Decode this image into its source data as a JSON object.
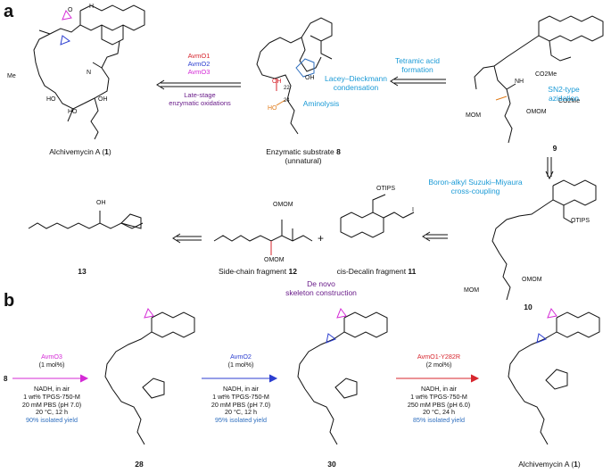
{
  "panels": {
    "a": "a",
    "b": "b"
  },
  "panel_a": {
    "enzymes": [
      "AvmO1",
      "AvmO2",
      "AvmO3"
    ],
    "enzyme_colors": [
      "#d7262e",
      "#2c3ed0",
      "#d42ad6"
    ],
    "oxidation_label": [
      "Late-stage",
      "enzymatic oxidations"
    ],
    "compound_1": {
      "name": "Alchivemycin A (",
      "number": "1",
      "suffix": ")"
    },
    "compound_8": {
      "name": "Enzymatic substrate ",
      "number": "8",
      "note": "(unnatural)"
    },
    "compound_9": {
      "number": "9"
    },
    "compound_10": {
      "number": "10"
    },
    "compound_11": {
      "name": "cis-Decalin fragment ",
      "number": "11"
    },
    "compound_12": {
      "name": "Side-chain fragment ",
      "number": "12"
    },
    "compound_13": {
      "number": "13"
    },
    "tetramic": [
      "Tetramic acid",
      "formation"
    ],
    "lacey": [
      "Lacey–Dieckmann",
      "condensation"
    ],
    "aminolysis": "Aminolysis",
    "sn2": [
      "SN2-type",
      "azidation"
    ],
    "suzuki": [
      "Boron-alkyl Suzuki–Miyaura",
      "cross-coupling"
    ],
    "denovo": [
      "De novo",
      "skeleton construction"
    ],
    "atoms": {
      "oh": "OH",
      "ho": "HO",
      "o": "O",
      "n": "N",
      "nh": "NH",
      "h": "H",
      "me": "Me",
      "co2me": "CO2Me",
      "mom": "MOM",
      "omom": "OMOM",
      "otips": "OTIPS",
      "i": "I",
      "n22": "22",
      "n24": "24",
      "plus": "+"
    }
  },
  "panel_b": {
    "start": "8",
    "steps": [
      {
        "enzyme": "AvmO3",
        "loading": "(1 mol%)",
        "lines": [
          "NADH, in air",
          "1 wt% TPGS-750-M",
          "20 mM PBS (pH 7.0)",
          "20 °C, 12 h"
        ],
        "yield": "90% isolated yield",
        "color": "#d42ad6"
      },
      {
        "enzyme": "AvmO2",
        "loading": "(1 mol%)",
        "lines": [
          "NADH, in air",
          "1 wt% TPGS-750-M",
          "20 mM PBS (pH 7.0)",
          "20 °C, 12 h"
        ],
        "yield": "95% isolated yield",
        "color": "#2c3ed0"
      },
      {
        "enzyme": "AvmO1-Y282R",
        "loading": "(2 mol%)",
        "lines": [
          "NADH, in air",
          "1 wt% TPGS-750-M",
          "250 mM PBS (pH 6.0)",
          "20 °C, 24 h"
        ],
        "yield": "85% isolated yield",
        "color": "#d7262e"
      }
    ],
    "compounds": [
      "28",
      "30"
    ],
    "final": {
      "name": "Alchivemycin A (",
      "number": "1",
      "suffix": ")"
    }
  }
}
